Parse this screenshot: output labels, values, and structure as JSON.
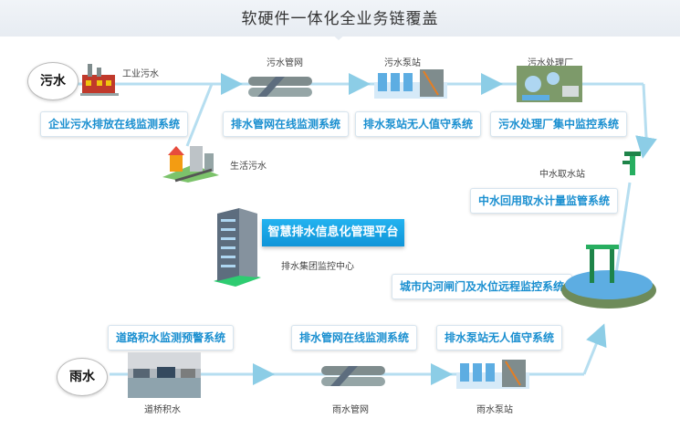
{
  "title": "软硬件一体化全业务链覆盖",
  "labels": {
    "sewage": "污水",
    "rain": "雨水",
    "industrial_sewage": "工业污水",
    "domestic_sewage": "生活污水",
    "sewage_network": "污水管网",
    "sewage_pump_station": "污水泵站",
    "sewage_plant": "污水处理厂",
    "reclaimed_intake": "中水取水站",
    "control_center": "排水集团监控中心",
    "overpass_flooding": "道桥积水",
    "rain_network": "雨水管网",
    "rain_pump_station": "雨水泵站"
  },
  "systems": {
    "enterprise_monitor": "企业污水排放在线监测系统",
    "network_monitor_top": "排水管网在线监测系统",
    "pump_unmanned_top": "排水泵站无人值守系统",
    "plant_central": "污水处理厂集中监控系统",
    "reclaimed_metering": "中水回用取水计量监管系统",
    "platform": "智慧排水信息化管理平台",
    "river_gate": "城市内河闸门及水位远程监控系统",
    "road_flood_warning": "道路积水监测预警系统",
    "network_monitor_bottom": "排水管网在线监测系统",
    "pump_unmanned_bottom": "排水泵站无人值守系统"
  },
  "colors": {
    "accent": "#1a8fd0",
    "platform": "#1095d8",
    "flow_line": "#a8d8ec"
  }
}
